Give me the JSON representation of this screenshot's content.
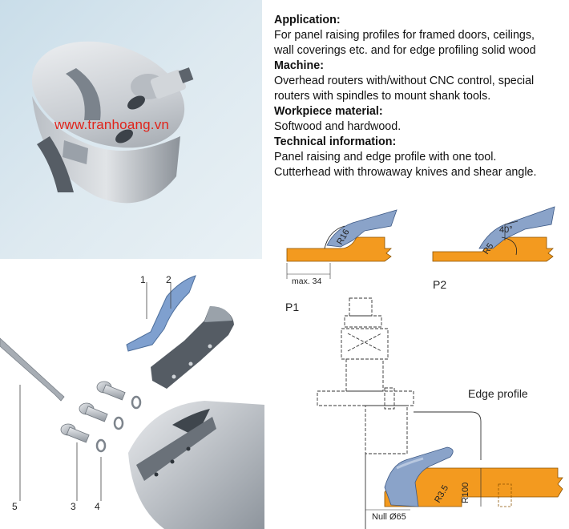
{
  "watermark": "www.tranhoang.vn",
  "spec": {
    "application_heading": "Application:",
    "application_text_1": "For panel raising profiles for framed doors, ceilings,",
    "application_text_2": "wall coverings etc. and for edge profiling solid wood",
    "machine_heading": "Machine:",
    "machine_text_1": "Overhead routers with/without CNC control, special",
    "machine_text_2": "routers with spindles to mount shank tools.",
    "material_heading": "Workpiece material:",
    "material_text": "Softwood and hardwood.",
    "technical_heading": "Technical information:",
    "technical_text_1": "Panel raising and edge profile with one tool.",
    "technical_text_2": "Cutterhead with throwaway knives and shear angle."
  },
  "exploded": {
    "part_labels": [
      "1",
      "2",
      "3",
      "4",
      "5"
    ]
  },
  "profiles": {
    "p1_radius": "R16",
    "p1_dimension": "max. 34",
    "p1_label": "P1",
    "p2_radius": "R5",
    "p2_angle": "40°",
    "p2_label": "P2",
    "edge_profile_label": "Edge profile",
    "edge_r_small": "R3.5",
    "edge_r_large": "R100",
    "edge_null": "Null Ø65"
  },
  "colors": {
    "workpiece_orange": "#f39a1f",
    "knife_blue": "#8aa3c9",
    "watermark_red": "#e0241b"
  }
}
